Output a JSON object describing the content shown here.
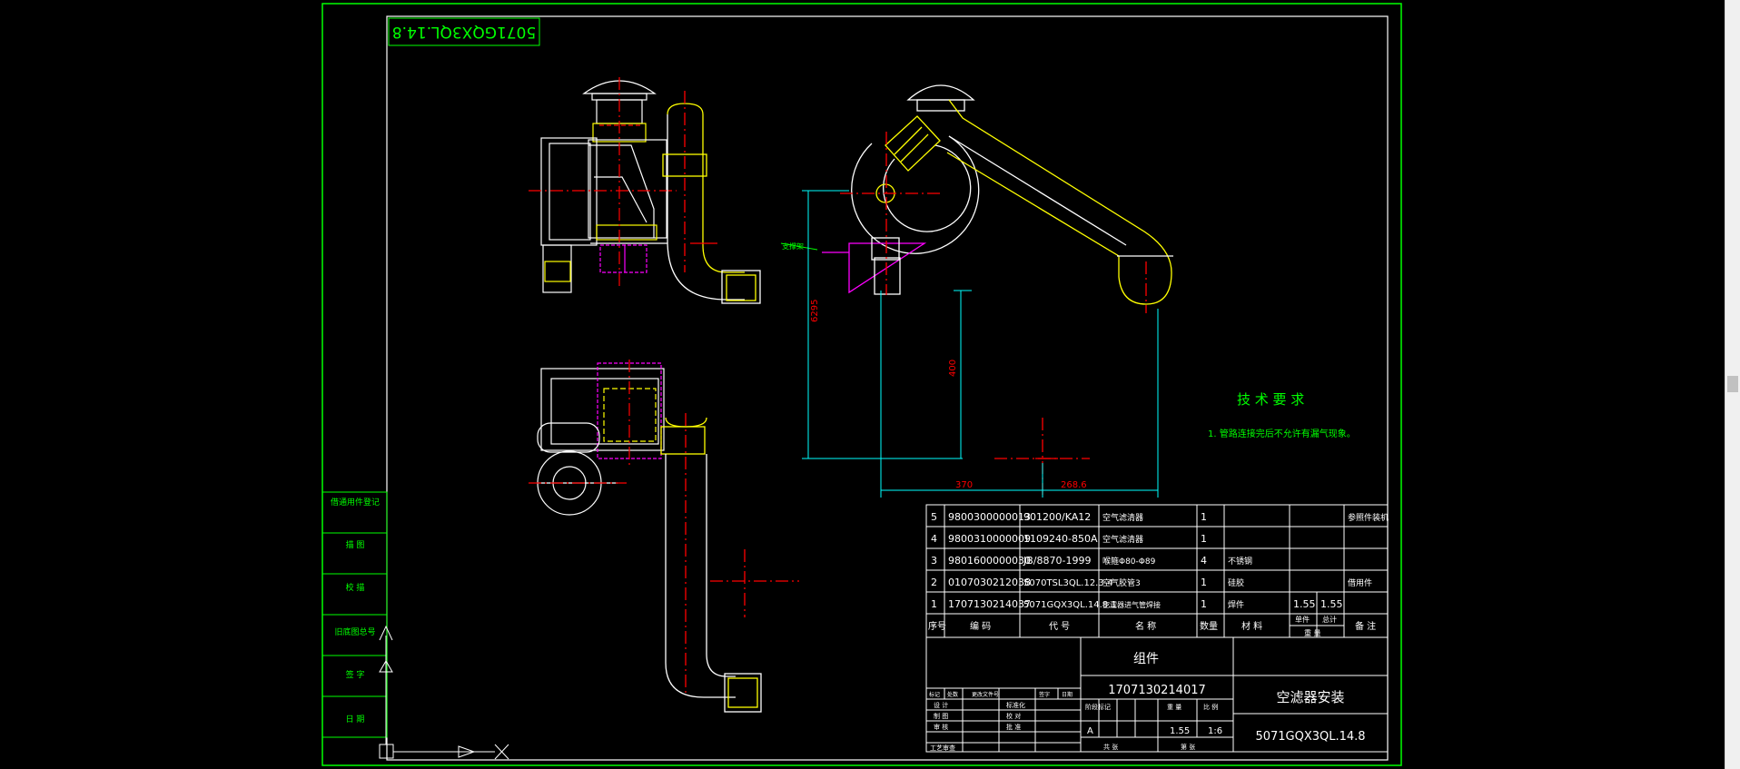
{
  "drawing": {
    "drawing_number_flipped": "5071GQX3QL.14.8",
    "tech_req_title": "技 术 要 求",
    "tech_req_note": "1. 管路连接完后不允许有漏气现象。",
    "callout_label": "支撑架",
    "dimensions": {
      "dim_6295": "6295",
      "dim_400": "400",
      "dim_370": "370",
      "dim_2686": "268.6"
    }
  },
  "left_stamp_labels": [
    "借通用件登记",
    "描 图",
    "校 描",
    "旧底图总号",
    "签 字",
    "日 期"
  ],
  "bom": {
    "rows": [
      {
        "no": "5",
        "code": "9800300000013",
        "ref": "901200/KA12",
        "name": "空气滤清器",
        "qty": "1",
        "material": "",
        "unit_w": "",
        "total_w": "",
        "remark": "参照件装机"
      },
      {
        "no": "4",
        "code": "9800310000009",
        "ref": "1109240-850A",
        "name": "空气滤清器",
        "qty": "1",
        "material": "",
        "unit_w": "",
        "total_w": "",
        "remark": ""
      },
      {
        "no": "3",
        "code": "9801600000030",
        "ref": "JB/8870-1999",
        "name": "喉箍Φ80-Φ89",
        "qty": "4",
        "material": "不锈钢",
        "unit_w": "",
        "total_w": "",
        "remark": ""
      },
      {
        "no": "2",
        "code": "0107030212038",
        "ref": "5070TSL3QL.12.3-4",
        "name": "空气胶管3",
        "qty": "1",
        "material": "硅胶",
        "unit_w": "",
        "total_w": "",
        "remark": "借用件"
      },
      {
        "no": "1",
        "code": "1707130214037",
        "ref": "5071GQX3QL.14.8.1",
        "name": "空滤器进气管焊接",
        "qty": "1",
        "material": "焊件",
        "unit_w": "1.55",
        "total_w": "1.55",
        "remark": ""
      }
    ],
    "headers": {
      "no": "序号",
      "code": "编 码",
      "ref": "代 号",
      "name": "名 称",
      "qty": "数量",
      "material": "材 料",
      "unit_w": "单件",
      "total_w": "总计",
      "weight": "重 量",
      "remark": "备 注"
    }
  },
  "title_block": {
    "assembly": "组件",
    "code": "1707130214017",
    "name": "空滤器安装",
    "drawing_no": "5071GQX3QL.14.8",
    "weight": "1.55",
    "scale": "1:6",
    "stage": "A",
    "labels": {
      "mark": "标记",
      "count": "处数",
      "zone": "更改文件号",
      "signature": "签字",
      "date": "日期",
      "design": "设 计",
      "standard": "标准化",
      "draw": "制 图",
      "proof": "校 对",
      "audit": "审 核",
      "approve": "批 准",
      "process": "工艺审查",
      "stage_mark": "阶段标记",
      "weight_label": "重 量",
      "scale_label": "比 例",
      "total": "共 张",
      "sheet": "第 张"
    }
  }
}
